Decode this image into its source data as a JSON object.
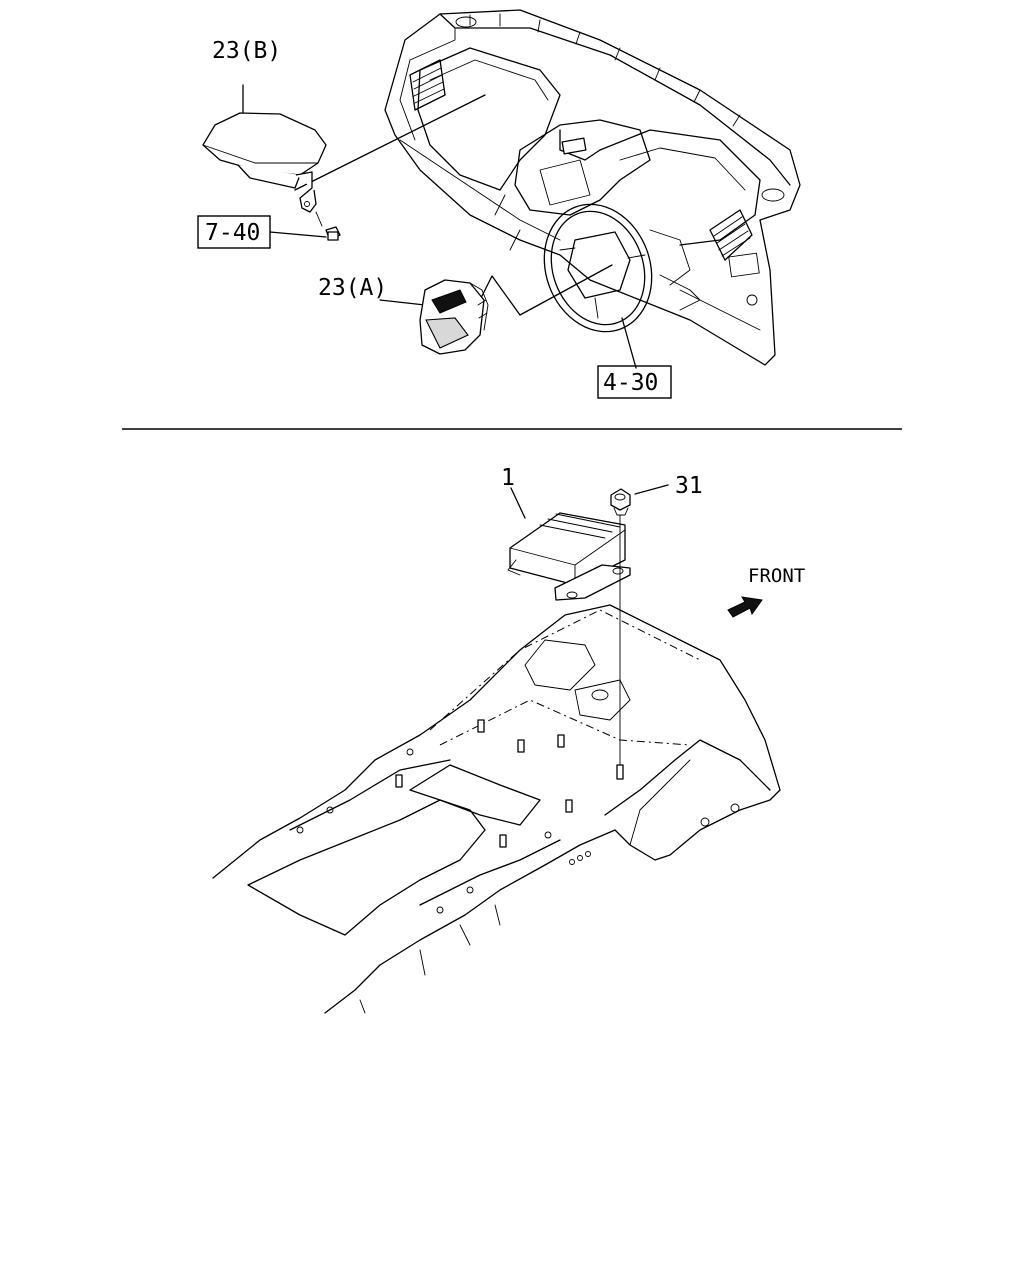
{
  "callouts": {
    "airbag_passenger": "23(B)",
    "airbag_driver": "23(A)",
    "ref_dash": "7-40",
    "ref_steering": "4-30",
    "sensor_unit": "1",
    "nut": "31"
  },
  "direction": {
    "front": "FRONT"
  }
}
